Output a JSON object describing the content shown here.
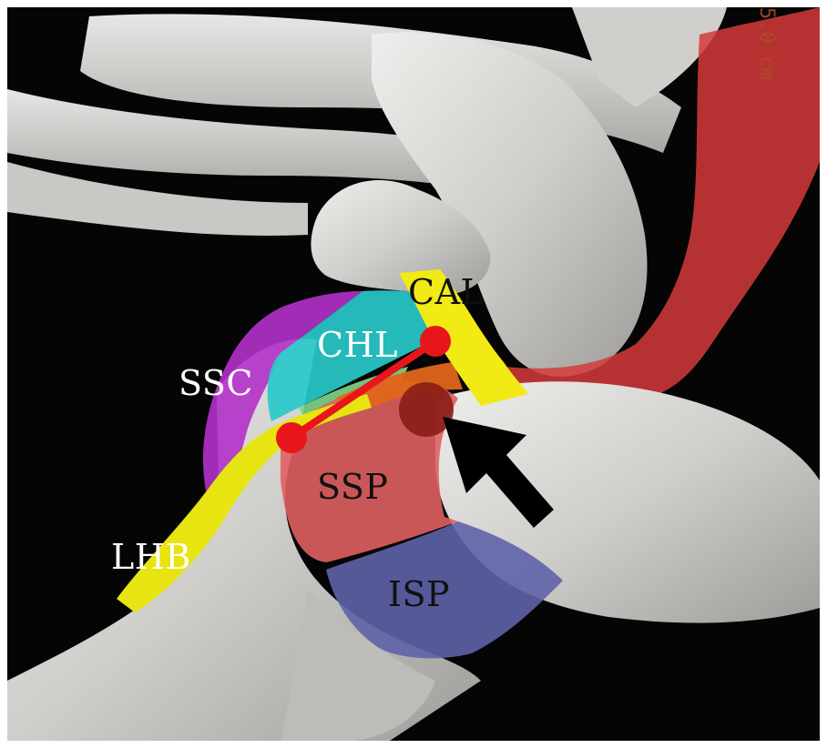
{
  "labels": {
    "cal": "CAL",
    "chl": "CHL",
    "ssc": "SSC",
    "ssp": "SSP",
    "lhb": "LHB",
    "isp": "ISP"
  },
  "scale_text": "5.0 cm",
  "colors": {
    "background": "#050505",
    "bone": "#d9d8d4",
    "cal": "#f2ea14",
    "chl": "#28c9c9",
    "ssc": "#b331c9",
    "ssp": "#e06060",
    "isp": "#5f63a8",
    "lhb": "#e7e412",
    "deltoid": "#d63b3b",
    "marker": "#e8151b",
    "arrow": "#000000"
  }
}
